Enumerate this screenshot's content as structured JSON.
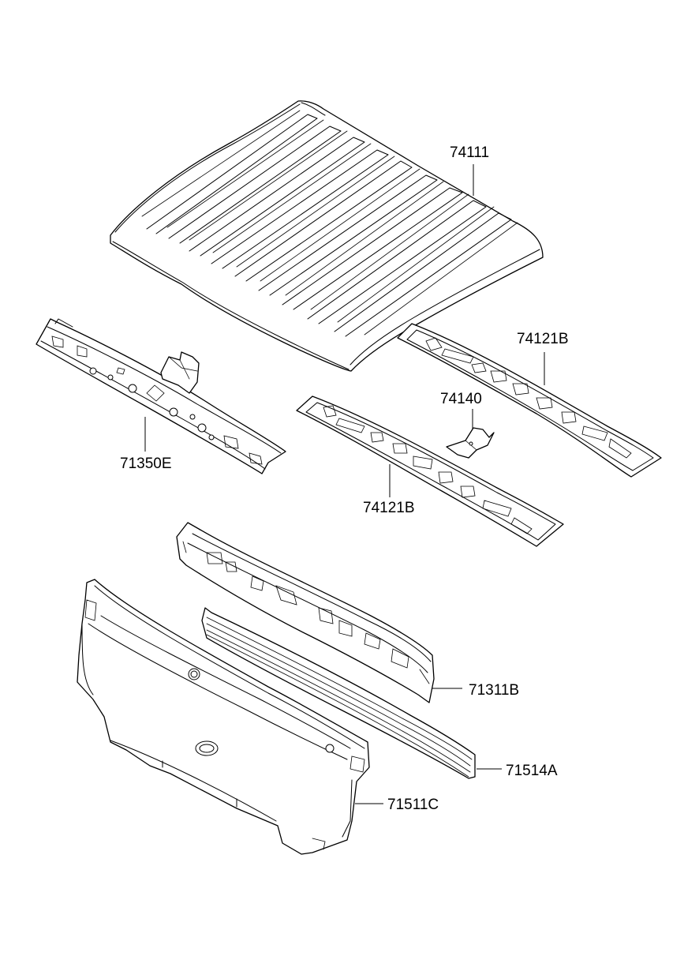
{
  "colors": {
    "line": "#000000",
    "background": "#ffffff"
  },
  "parts": [
    {
      "id": "roof-panel",
      "label": "74111"
    },
    {
      "id": "roof-bow-upper",
      "label": "74121B"
    },
    {
      "id": "roof-bow-bracket",
      "label": "74140"
    },
    {
      "id": "roof-bow-lower",
      "label": "74121B"
    },
    {
      "id": "back-panel-upper-member",
      "label": "71350E"
    },
    {
      "id": "rear-header-rail",
      "label": "71311B"
    },
    {
      "id": "back-panel-strip",
      "label": "71514A"
    },
    {
      "id": "back-panel",
      "label": "71511C"
    }
  ]
}
